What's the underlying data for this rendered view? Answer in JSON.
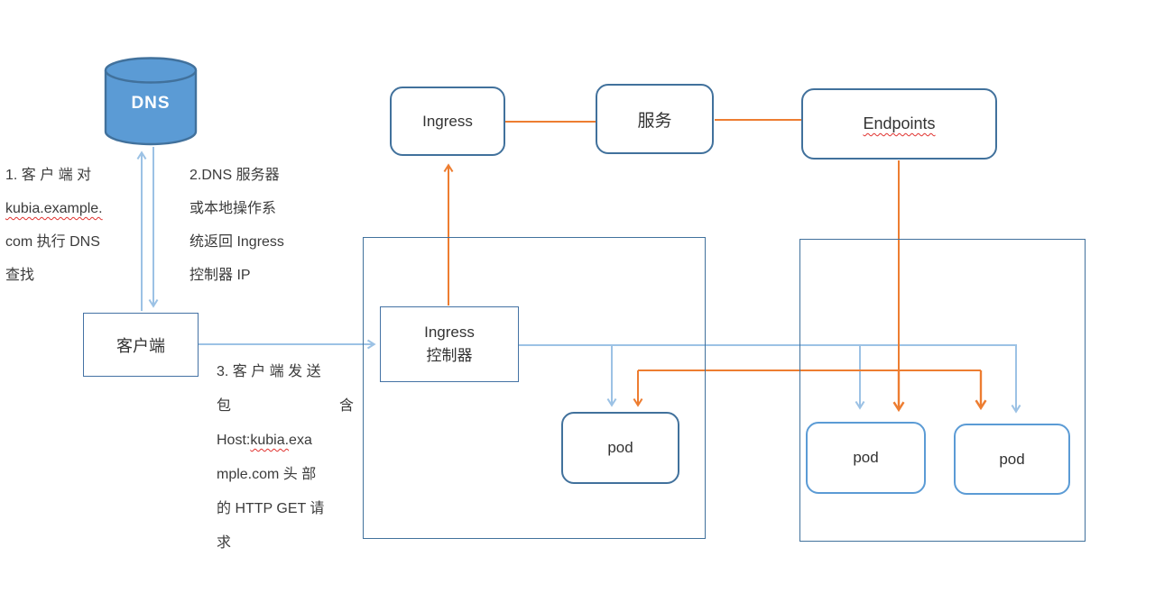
{
  "diagram": {
    "dns": {
      "label": "DNS"
    },
    "client": {
      "label": "客户端"
    },
    "ingress": {
      "label": "Ingress"
    },
    "service": {
      "label": "服务"
    },
    "endpoints": {
      "label": "Endpoints"
    },
    "ingress_controller": {
      "line1": "Ingress",
      "line2": "控制器"
    },
    "pod_node1": {
      "label": "pod"
    },
    "pod_node2a": {
      "label": "pod"
    },
    "pod_node2b": {
      "label": "pod"
    },
    "annotation1": {
      "line1": "1. 客 户 端 对",
      "line2_wavy": "kubia.example.",
      "line3": "com 执行 DNS",
      "line4": "查找"
    },
    "annotation2": {
      "line1": "2.DNS 服务器",
      "line2": "或本地操作系",
      "line3": "统返回 Ingress",
      "line4": "控制器 IP"
    },
    "annotation3": {
      "line1": "3. 客 户 端 发 送",
      "line2_left": "包",
      "line2_right": "含",
      "line3_pre": "Host:",
      "line3_wavy": "kubia.",
      "line3_post": "exa",
      "line4": "mple.com 头 部",
      "line5": "的 HTTP GET 请",
      "line6": "求"
    },
    "colors": {
      "blue_line": "#9cc2e5",
      "orange_line": "#ed7d31",
      "border_dark": "#41719c",
      "border_medium": "#4472a4",
      "pod_border_light": "#5b9bd5",
      "dns_fill": "#5b9bd5",
      "wavy_underline": "#e0312e",
      "text": "#3b3b3b"
    }
  }
}
